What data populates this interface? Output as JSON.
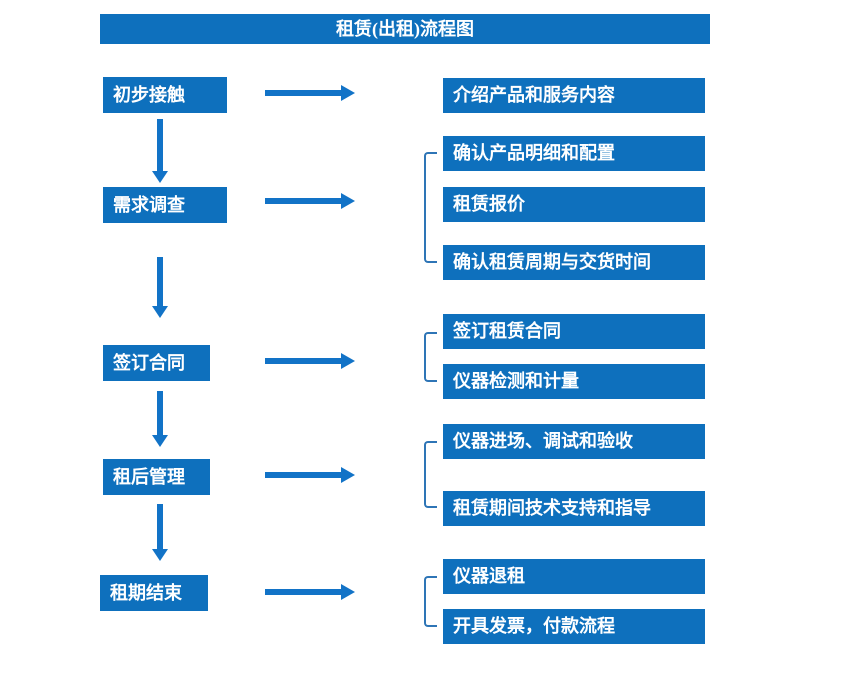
{
  "title": "租赁(出租)流程图",
  "colors": {
    "box": "#0e70bd",
    "arrow": "#1273c7",
    "bracket": "#2e75b6",
    "text": "#ffffff"
  },
  "stages": [
    {
      "label": "初步接触",
      "details": [
        "介绍产品和服务内容"
      ]
    },
    {
      "label": "需求调查",
      "details": [
        "确认产品明细和配置",
        "租赁报价",
        "确认租赁周期与交货时间"
      ]
    },
    {
      "label": "签订合同",
      "details": [
        "签订租赁合同",
        "仪器检测和计量"
      ]
    },
    {
      "label": "租后管理",
      "details": [
        "仪器进场、调试和验收",
        "租赁期间技术支持和指导"
      ]
    },
    {
      "label": "租期结束",
      "details": [
        "仪器退租",
        "开具发票，付款流程"
      ]
    }
  ]
}
